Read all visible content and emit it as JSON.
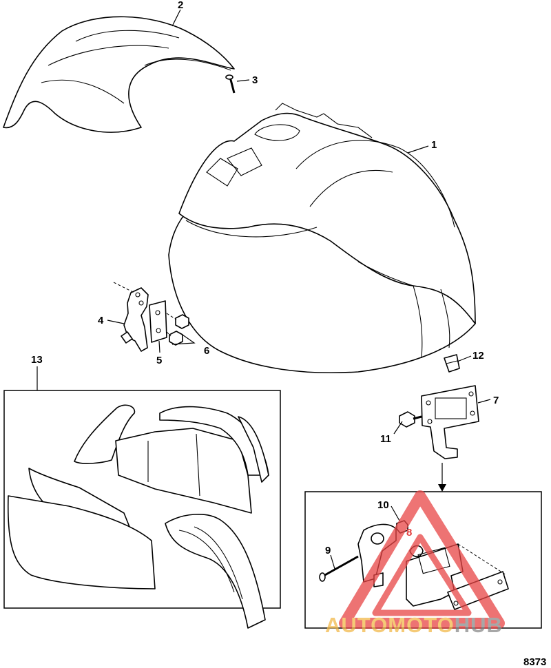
{
  "diagram_id": "8373",
  "callouts": [
    {
      "id": "2",
      "label": "2"
    },
    {
      "id": "3",
      "label": "3"
    },
    {
      "id": "1",
      "label": "1"
    },
    {
      "id": "4",
      "label": "4"
    },
    {
      "id": "5",
      "label": "5"
    },
    {
      "id": "6",
      "label": "6"
    },
    {
      "id": "12",
      "label": "12"
    },
    {
      "id": "13",
      "label": "13"
    },
    {
      "id": "7",
      "label": "7"
    },
    {
      "id": "11",
      "label": "11"
    },
    {
      "id": "10",
      "label": "10"
    },
    {
      "id": "8",
      "label": "8"
    },
    {
      "id": "9",
      "label": "9"
    }
  ],
  "watermark": {
    "word_orange": "AUTOMOTO",
    "word_grey": "HUB",
    "colors": {
      "orange": "#f2b94a",
      "grey": "#8a8a8a",
      "triangle": "#e84545"
    }
  }
}
